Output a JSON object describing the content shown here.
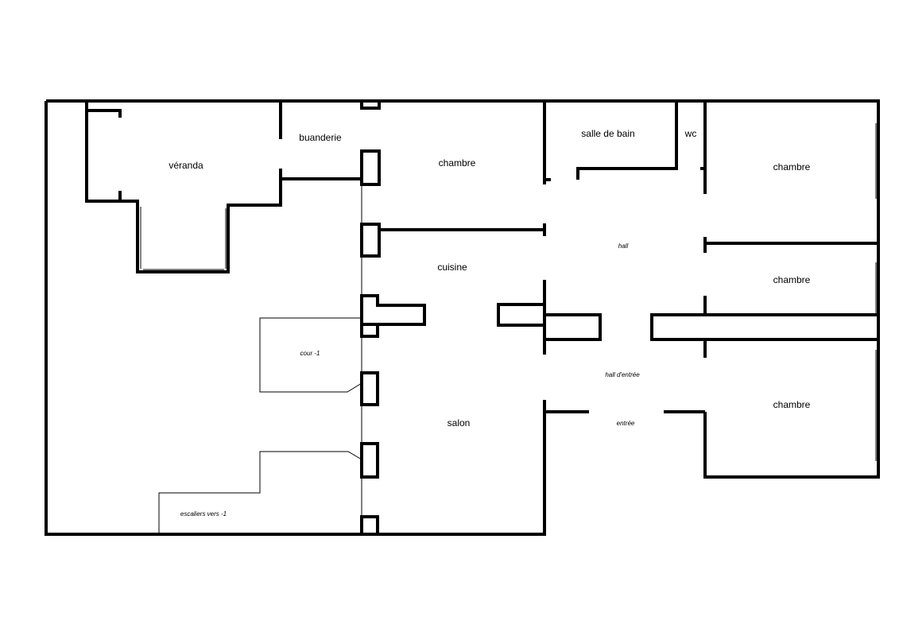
{
  "rooms": {
    "veranda": "véranda",
    "buanderie": "buanderie",
    "chambre_1": "chambre",
    "salle_de_bain": "salle de bain",
    "wc": "wc",
    "chambre_2": "chambre",
    "hall": "hall",
    "chambre_3": "chambre",
    "cuisine": "cuisine",
    "cour": "cour -1",
    "hall_entree": "hall d'entrée",
    "entree": "entrée",
    "chambre_4": "chambre",
    "salon": "salon",
    "escaliers": "escaliers vers -1"
  }
}
